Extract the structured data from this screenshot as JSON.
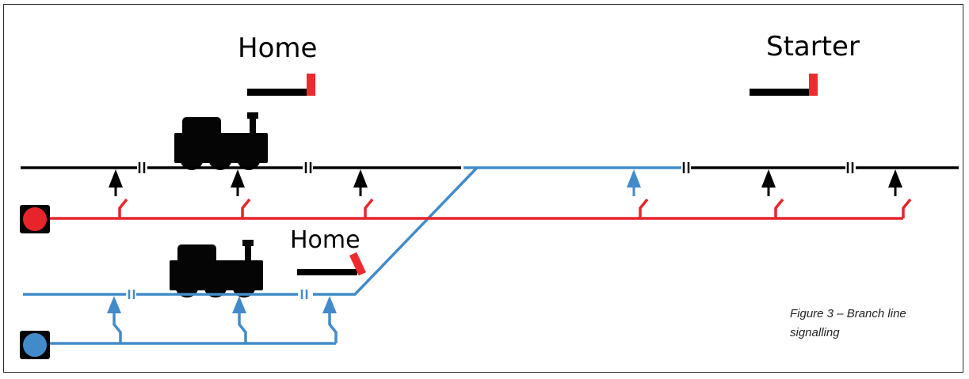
{
  "figure": {
    "caption_line1": "Figure 3 – Branch line",
    "caption_line2": "signalling"
  },
  "colors": {
    "main_line": "#000000",
    "branch_line": "#428bca",
    "main_circuit": "#e8242b",
    "signal_arm": "#ee2a2f",
    "indicator_frame": "#050505"
  },
  "signals": [
    {
      "label": "Home",
      "line": "main",
      "aspect": "danger (horizontal)"
    },
    {
      "label": "Starter",
      "line": "main",
      "aspect": "danger (horizontal)"
    },
    {
      "label": "Home",
      "line": "branch",
      "aspect": "off (raised)"
    }
  ],
  "indicators": [
    {
      "name": "main-line-indicator",
      "color": "red"
    },
    {
      "name": "branch-line-indicator",
      "color": "blue"
    }
  ],
  "trains": [
    {
      "name": "main-line-locomotive",
      "line": "main"
    },
    {
      "name": "branch-line-locomotive",
      "line": "branch"
    }
  ],
  "track_sections": {
    "main": [
      "section-1",
      "section-2",
      "section-3",
      "junction-section",
      "section-5",
      "section-6"
    ],
    "branch": [
      "section-1",
      "section-2",
      "section-3"
    ]
  }
}
